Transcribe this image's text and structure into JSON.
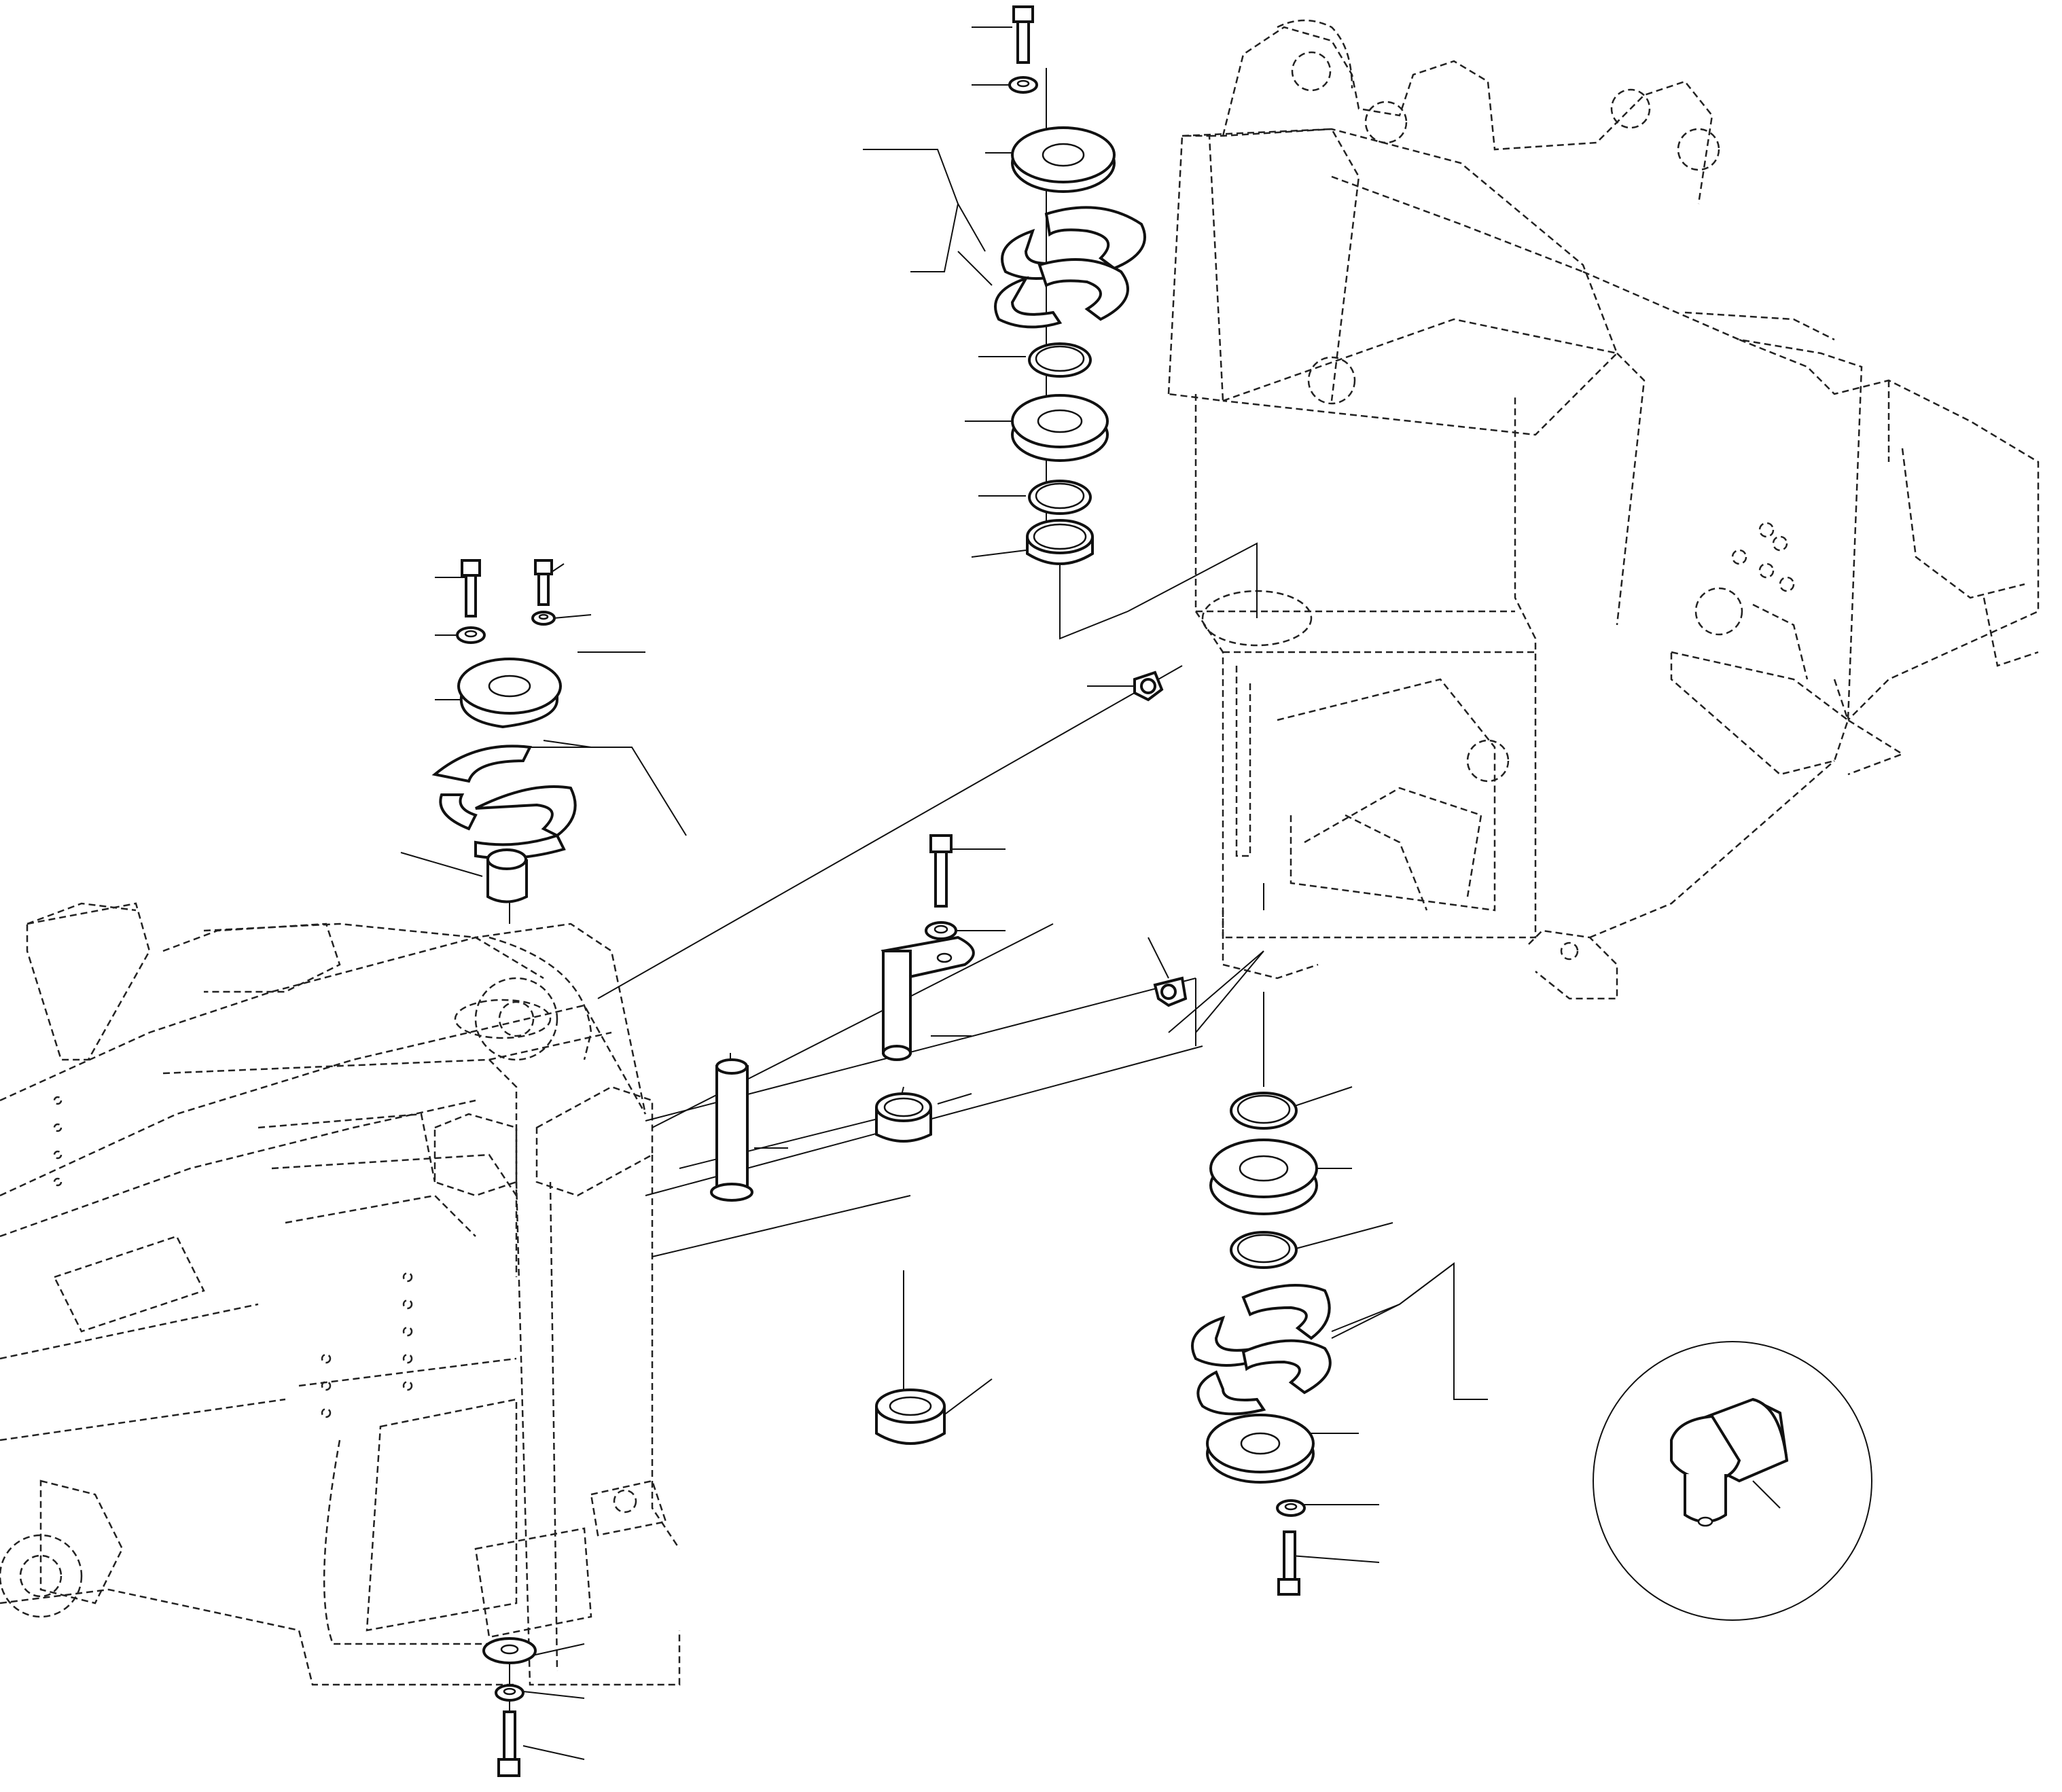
{
  "diagram": {
    "kind": "exploded-parts-view",
    "labels": [],
    "parts": [
      {
        "name": "hex-bolt"
      },
      {
        "name": "washer"
      },
      {
        "name": "retainer-plate"
      },
      {
        "name": "shim-set"
      },
      {
        "name": "bearing-race"
      },
      {
        "name": "thrust-bearing"
      },
      {
        "name": "bushing"
      },
      {
        "name": "pivot-pin"
      },
      {
        "name": "grease-fitting"
      }
    ]
  }
}
